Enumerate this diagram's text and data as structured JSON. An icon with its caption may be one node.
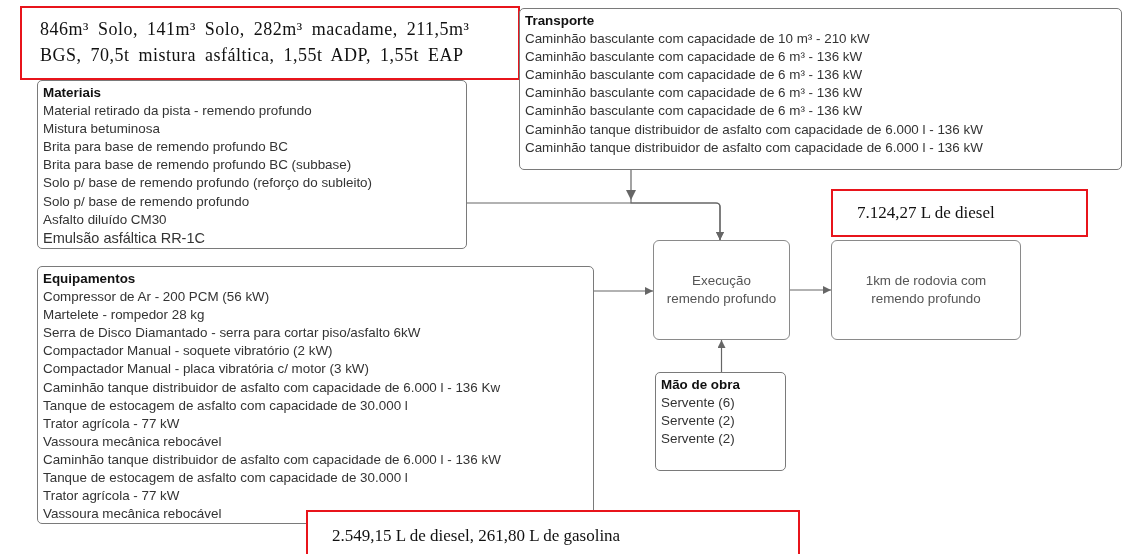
{
  "diagram": {
    "nodes": [
      {
        "text": [
          "846m³ Solo, 141m³ Solo, 282m³ macadame, 211,5m³ BGS, 70,5t mistura asfáltica, 1,55t ADP, 1,55t EAP"
        ]
      },
      {
        "text": [
          "Materiais",
          "Material retirado da pista - remendo profundo",
          "Mistura betuminosa",
          "Brita para base de remendo profundo BC",
          "Brita para base de remendo profundo BC (subbase)",
          "Solo p/ base de remendo profundo (reforço do subleito)",
          "Solo p/ base de remendo profundo",
          "Asfalto diluído CM30",
          "Emulsão asfáltica RR-1C"
        ]
      },
      {
        "text": [
          "Transporte",
          "Caminhão basculante com capacidade de 10 m³ - 210 kW",
          "Caminhão basculante com capacidade de 6 m³ - 136 kW",
          "Caminhão basculante com capacidade de 6 m³ - 136 kW",
          "Caminhão basculante com capacidade de 6 m³ - 136 kW",
          "Caminhão basculante com capacidade de 6 m³ - 136 kW",
          "Caminhão tanque distribuidor de asfalto com capacidade de 6.000 l - 136 kW",
          "Caminhão tanque distribuidor de asfalto com capacidade de 6.000 l - 136 kW"
        ]
      },
      {
        "text": [
          "7.124,27 L de diesel"
        ]
      },
      {
        "text": [
          "Execução remendo profundo"
        ]
      },
      {
        "text": [
          "1km de rodovia com remendo profundo"
        ]
      },
      {
        "text": [
          "Equipamentos",
          "Compressor de Ar - 200 PCM (56 kW)",
          "Martelete - rompedor 28 kg",
          "Serra de Disco Diamantado - serra para cortar piso/asfalto 6kW",
          "Compactador Manual - soquete vibratório (2 kW)",
          "Compactador Manual - placa vibratória c/ motor (3 kW)",
          "Caminhão tanque distribuidor de asfalto com capacidade de 6.000 l - 136 Kw",
          "Tanque de estocagem de asfalto com capacidade de 30.000 l",
          "Trator agrícola - 77 kW",
          "Vassoura mecânica rebocável",
          "Caminhão tanque distribuidor de asfalto com capacidade de 6.000 l - 136 kW",
          "Tanque de estocagem de asfalto com capacidade de 30.000 l",
          "Trator agrícola - 77 kW",
          "Vassoura mecânica rebocável"
        ]
      },
      {
        "text": [
          "Mão de obra",
          "Servente (6)",
          "Servente (2)",
          "Servente (2)"
        ]
      },
      {
        "text": [
          "2.549,15 L de diesel, 261,80 L de gasolina"
        ]
      }
    ],
    "edges": [
      {
        "from": 1,
        "to": 4,
        "arrow": "to"
      },
      {
        "from": 2,
        "to": 4,
        "arrow": "to"
      },
      {
        "from": 6,
        "to": 4,
        "arrow": "to"
      },
      {
        "from": 4,
        "to": 5,
        "arrow": "to"
      },
      {
        "from": 7,
        "to": 4,
        "arrow": "to"
      }
    ]
  }
}
